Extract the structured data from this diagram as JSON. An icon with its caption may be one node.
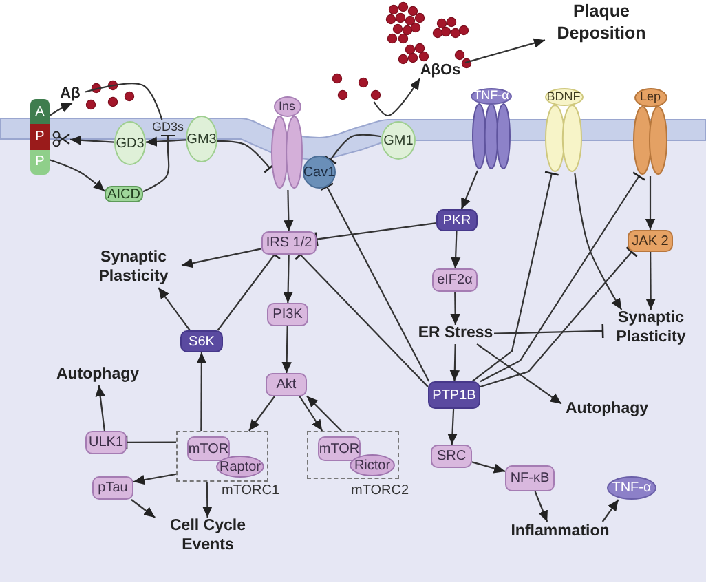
{
  "diagram": {
    "nodes": [
      {
        "text": [
          "Aβ"
        ]
      },
      {
        "text": [
          "A",
          "P",
          "P"
        ]
      },
      {
        "text": [],
        "shape": "picture"
      },
      {
        "text": [
          "GD3"
        ]
      },
      {
        "text": [
          "GM3"
        ]
      },
      {
        "text": [
          "AICD"
        ]
      },
      {
        "text": [
          "Ins"
        ]
      },
      {
        "text": [
          "Cav1"
        ]
      },
      {
        "text": [],
        "shape": "picture"
      },
      {
        "text": [
          "GM1"
        ]
      },
      {
        "text": [
          "AβOs"
        ]
      },
      {
        "text": [
          "Plaque Deposition"
        ]
      },
      {
        "text": [
          "TNF-α"
        ]
      },
      {
        "text": [
          "BDNF"
        ]
      },
      {
        "text": [
          "Lep"
        ]
      },
      {
        "text": [
          "IRS 1/2"
        ]
      },
      {
        "text": [
          "Synaptic Plasticity"
        ]
      },
      {
        "text": [
          "PI3K"
        ]
      },
      {
        "text": [
          "S6K"
        ]
      },
      {
        "text": [
          "Akt"
        ]
      },
      {
        "text": [
          "Autophagy"
        ]
      },
      {
        "text": [],
        "shape": "box",
        "beside": [
          "mTORC1"
        ]
      },
      {
        "text": [
          "mTOR"
        ],
        "in": 21
      },
      {
        "text": [
          "Raptor"
        ],
        "in": 21
      },
      {
        "text": [
          "ULK1"
        ]
      },
      {
        "text": [
          "pTau"
        ]
      },
      {
        "text": [],
        "shape": "box",
        "beside": [
          "mTORC2"
        ]
      },
      {
        "text": [
          "mTOR"
        ],
        "in": 26
      },
      {
        "text": [
          "Rictor"
        ],
        "in": 26
      },
      {
        "text": [
          "Cell Cycle Events"
        ]
      },
      {
        "text": [
          "PKR"
        ]
      },
      {
        "text": [
          "eIF2α"
        ]
      },
      {
        "text": [
          "ER Stress"
        ]
      },
      {
        "text": [
          "PTP1B"
        ]
      },
      {
        "text": [
          "SRC"
        ]
      },
      {
        "text": [
          "NF-κB"
        ]
      },
      {
        "text": [
          "Inflammation"
        ]
      },
      {
        "text": [
          "TNF-α"
        ]
      },
      {
        "text": [
          "JAK 2"
        ]
      },
      {
        "text": [
          "Synaptic Plasticity"
        ]
      },
      {
        "text": [
          "Autophagy"
        ]
      },
      {
        "text": [
          "GD3s"
        ]
      }
    ],
    "edges": [
      {
        "from": 1,
        "to": 0,
        "arrow": "to"
      },
      {
        "from": 1,
        "to": 5,
        "arrow": "to"
      },
      {
        "from": 3,
        "to": 2,
        "arrow": "to"
      },
      {
        "from": 4,
        "to": 3,
        "arrow": "to"
      },
      {
        "from": 5,
        "to": 41,
        "arrow": "other"
      },
      {
        "from": 0,
        "to": 41,
        "arrow": "none"
      },
      {
        "from": 4,
        "to": 6,
        "arrow": "other"
      },
      {
        "from": 9,
        "to": 7,
        "arrow": "other"
      },
      {
        "from": 8,
        "to": 10,
        "arrow": "to"
      },
      {
        "from": 10,
        "to": 11,
        "arrow": "to"
      },
      {
        "from": 6,
        "to": 15,
        "arrow": "to"
      },
      {
        "from": 30,
        "to": 15,
        "arrow": "other"
      },
      {
        "from": 12,
        "to": 30,
        "arrow": "to"
      },
      {
        "from": 30,
        "to": 31,
        "arrow": "to"
      },
      {
        "from": 31,
        "to": 32,
        "arrow": "to"
      },
      {
        "from": 32,
        "to": 33,
        "arrow": "to"
      },
      {
        "from": 32,
        "to": 39,
        "arrow": "other"
      },
      {
        "from": 32,
        "to": 40,
        "arrow": "to"
      },
      {
        "from": 33,
        "to": 7,
        "arrow": "other"
      },
      {
        "from": 33,
        "to": 15,
        "arrow": "other"
      },
      {
        "from": 33,
        "to": 13,
        "arrow": "other"
      },
      {
        "from": 33,
        "to": 14,
        "arrow": "other"
      },
      {
        "from": 33,
        "to": 38,
        "arrow": "other"
      },
      {
        "from": 13,
        "to": 39,
        "arrow": "to"
      },
      {
        "from": 14,
        "to": 38,
        "arrow": "to"
      },
      {
        "from": 38,
        "to": 39,
        "arrow": "to"
      },
      {
        "from": 33,
        "to": 34,
        "arrow": "to"
      },
      {
        "from": 34,
        "to": 35,
        "arrow": "to"
      },
      {
        "from": 35,
        "to": 36,
        "arrow": "to"
      },
      {
        "from": 36,
        "to": 37,
        "arrow": "to"
      },
      {
        "from": 15,
        "to": 16,
        "arrow": "to"
      },
      {
        "from": 15,
        "to": 17,
        "arrow": "to"
      },
      {
        "from": 17,
        "to": 19,
        "arrow": "to"
      },
      {
        "from": 18,
        "to": 15,
        "arrow": "other"
      },
      {
        "from": 18,
        "to": 16,
        "arrow": "to"
      },
      {
        "from": 19,
        "to": 21,
        "arrow": "to"
      },
      {
        "from": 19,
        "to": 26,
        "arrow": "to"
      },
      {
        "from": 26,
        "to": 19,
        "arrow": "to"
      },
      {
        "from": 21,
        "to": 18,
        "arrow": "to"
      },
      {
        "from": 21,
        "to": 24,
        "arrow": "other"
      },
      {
        "from": 24,
        "to": 20,
        "arrow": "to"
      },
      {
        "from": 21,
        "to": 25,
        "arrow": "to"
      },
      {
        "from": 21,
        "to": 29,
        "arrow": "to"
      },
      {
        "from": 25,
        "to": 29,
        "arrow": "to"
      }
    ]
  }
}
